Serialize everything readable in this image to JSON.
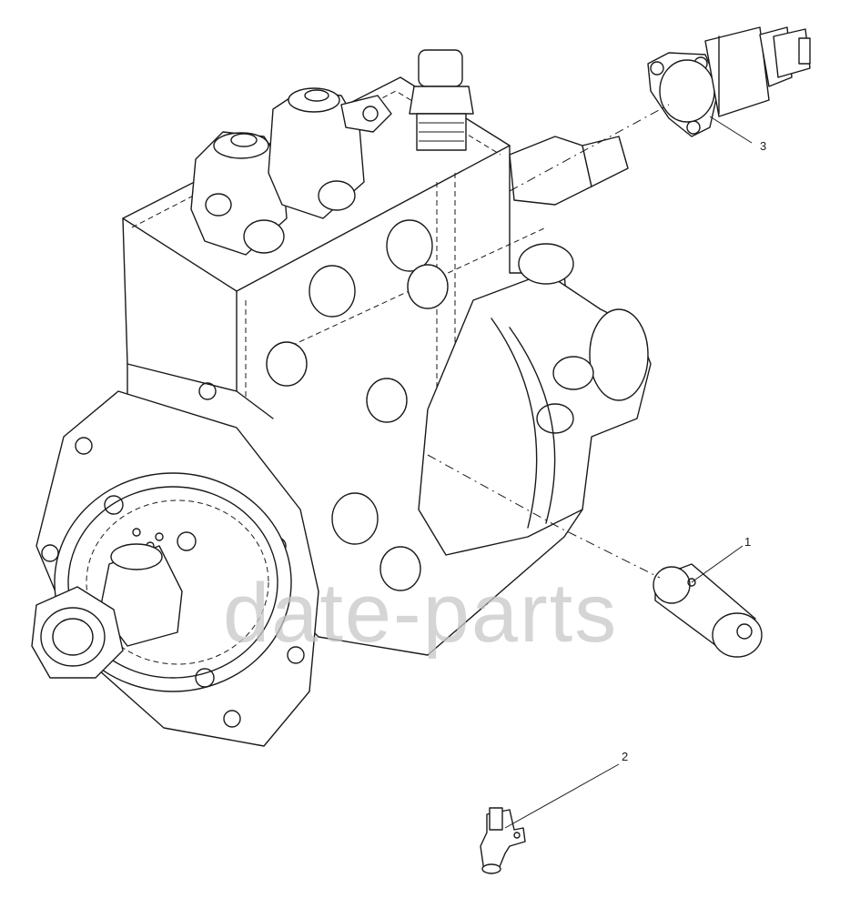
{
  "watermark": {
    "text": "date-parts",
    "color": "#c8c8c8"
  },
  "callouts": [
    {
      "id": "1",
      "label": "1"
    },
    {
      "id": "2",
      "label": "2"
    },
    {
      "id": "3",
      "label": "3"
    }
  ],
  "parts": [
    {
      "callout": "1",
      "icon": "cylindrical-pin-icon"
    },
    {
      "callout": "2",
      "icon": "speed-sensor-icon"
    },
    {
      "callout": "3",
      "icon": "metering-valve-icon"
    }
  ],
  "assembly": {
    "icon": "fuel-injection-pump-icon"
  }
}
